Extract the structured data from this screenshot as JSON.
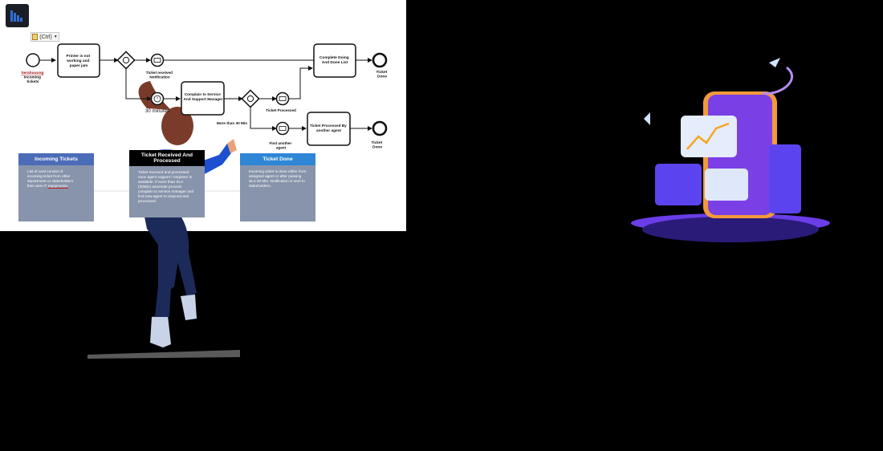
{
  "toolbar": {
    "ctrl_label": "(Ctrl)",
    "icons": [
      "app-logo-icon",
      "clipboard-icon",
      "chevron-down-icon"
    ]
  },
  "process": {
    "start_label": [
      "Serahuuung",
      "Incoming",
      "tickets"
    ],
    "task_printer": [
      "Printer is not",
      "working and",
      "paper jam"
    ],
    "event_ticket_received": [
      "Ticket received",
      "Notification"
    ],
    "timer_label": "30 minutes",
    "task_complain": [
      "Complain to Service",
      "And Support Manager"
    ],
    "event_ticket_processed": "Ticket Processed",
    "more_than_label": "More than 30 Min",
    "event_find_agent": [
      "Find another",
      "agent"
    ],
    "task_complete": [
      "Complete Doing",
      "And Done List"
    ],
    "task_processed_by": [
      "Ticket Processed By",
      "another agent"
    ],
    "end_top_label": [
      "Ticket",
      "Done"
    ],
    "end_bottom_label": [
      "Ticket",
      "Done"
    ]
  },
  "cards": [
    {
      "title": "Incoming Tickets",
      "header_color": "#4b6cb7",
      "body_lines": [
        "List of card consist of",
        "incoming ticket from other",
        "department or stakeholders"
      ],
      "body_last_plain": "that uses IT ",
      "body_last_underlined": "equipments."
    },
    {
      "title": "Ticket Received And Processed",
      "header_color": "#000000",
      "body": "Ticket received and processed once agent support / engineer is available. If more than SLA (30Min) automate process complain to service manager and find new agent to respond and processed."
    },
    {
      "title": "Ticket Done",
      "header_color": "#2f86d6",
      "body": "Incoming ticket is done either from assigned agent or after passing SLA 30 Min. Notification is sent to stakeholders."
    }
  ]
}
